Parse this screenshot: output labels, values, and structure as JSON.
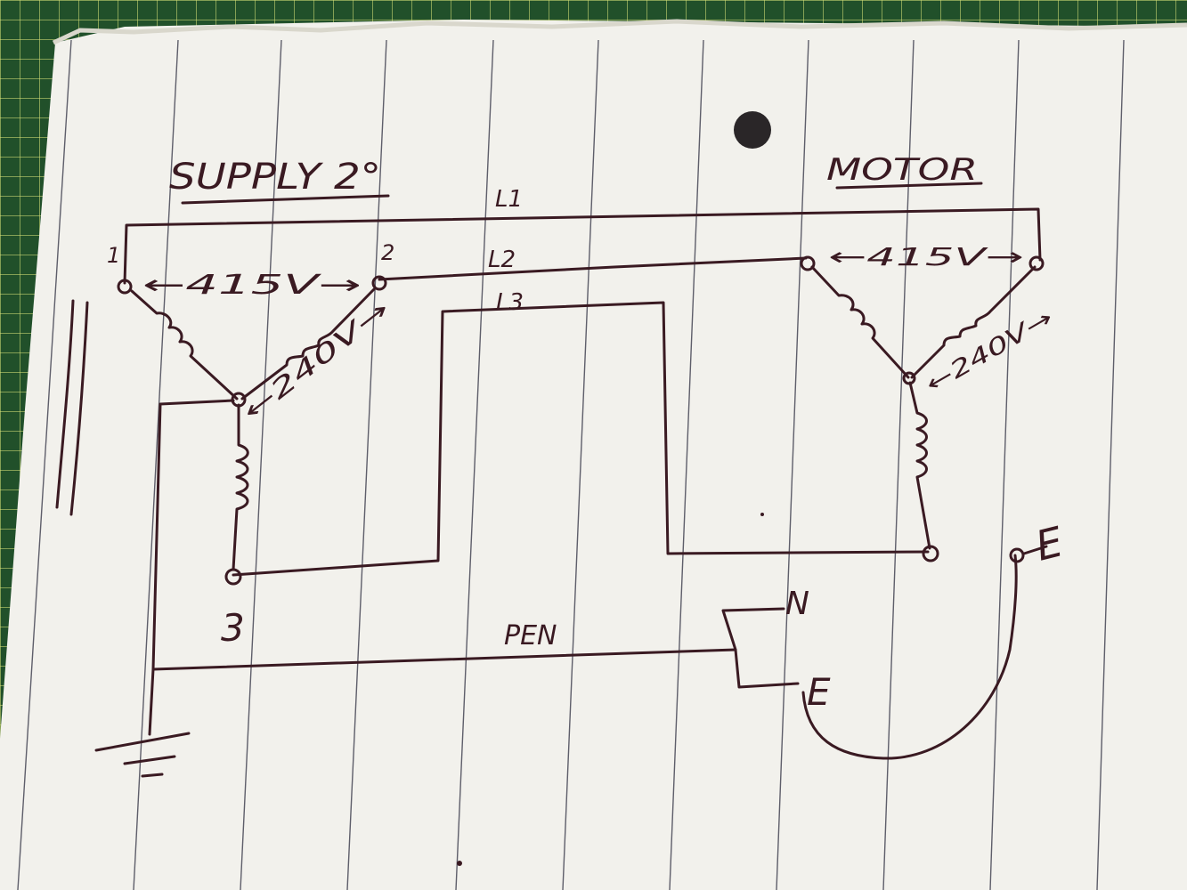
{
  "supply": {
    "title": "SUPPLY 2°",
    "terminal_1": "1",
    "terminal_2": "2",
    "terminal_3": "3",
    "line_voltage": "←415V→",
    "phase_voltage": "←240V→"
  },
  "motor": {
    "title": "MOTOR",
    "line_voltage": "←415V→",
    "phase_voltage": "←240V→"
  },
  "conductors": {
    "l1": "L1",
    "l2": "L2",
    "l3": "L3",
    "pen": "PEN"
  },
  "terminals": {
    "neutral": "N",
    "earth_split": "E",
    "earth_motor": "E"
  },
  "colors": {
    "ink": "#3a1a22",
    "paper": "#f2f1ec",
    "mat": "#21502a"
  }
}
